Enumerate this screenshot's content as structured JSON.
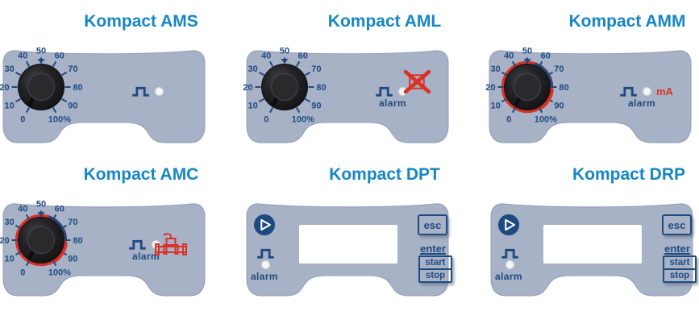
{
  "colors": {
    "background": "#ffffff",
    "panel": "#a8b2c7",
    "navy": "#1e4a80",
    "title_blue": "#1586c6",
    "red": "#da3226",
    "led": "#f7f7f5",
    "knob": "#1b1b1d"
  },
  "dial": {
    "labels": [
      "0",
      "10",
      "20",
      "30",
      "40",
      "50",
      "60",
      "70",
      "80",
      "90",
      "100%"
    ],
    "unit": "%"
  },
  "shared": {
    "alarm": "alarm"
  },
  "panels": [
    {
      "title": "Kompact AMS",
      "features": [
        "percent-dial",
        "pulse-output-icon",
        "led-indicator"
      ]
    },
    {
      "title": "Kompact AML",
      "features": [
        "percent-dial",
        "pulse-output-icon",
        "led-indicator",
        "alarm-label",
        "level-empty-alarm-icon"
      ]
    },
    {
      "title": "Kompact AMM",
      "ma_label": "mA",
      "features": [
        "percent-dial-red-ring",
        "pulse-output-icon",
        "led-indicator",
        "ma-label",
        "alarm-label"
      ]
    },
    {
      "title": "Kompact AMC",
      "features": [
        "percent-dial-red-ring",
        "pulse-output-icon",
        "led-indicator",
        "alarm-label",
        "flow-meter-alarm-icon"
      ]
    },
    {
      "title": "Kompact DPT",
      "buttons": {
        "esc": "esc",
        "enter": "enter",
        "start": "start",
        "stop": "stop"
      },
      "features": [
        "play-logo",
        "lcd-display",
        "pulse-output-icon",
        "led-indicator",
        "alarm-label"
      ]
    },
    {
      "title": "Kompact DRP",
      "buttons": {
        "esc": "esc",
        "enter": "enter",
        "start": "start",
        "stop": "stop"
      },
      "features": [
        "play-logo",
        "lcd-display",
        "pulse-output-icon",
        "led-indicator",
        "alarm-label"
      ]
    }
  ]
}
